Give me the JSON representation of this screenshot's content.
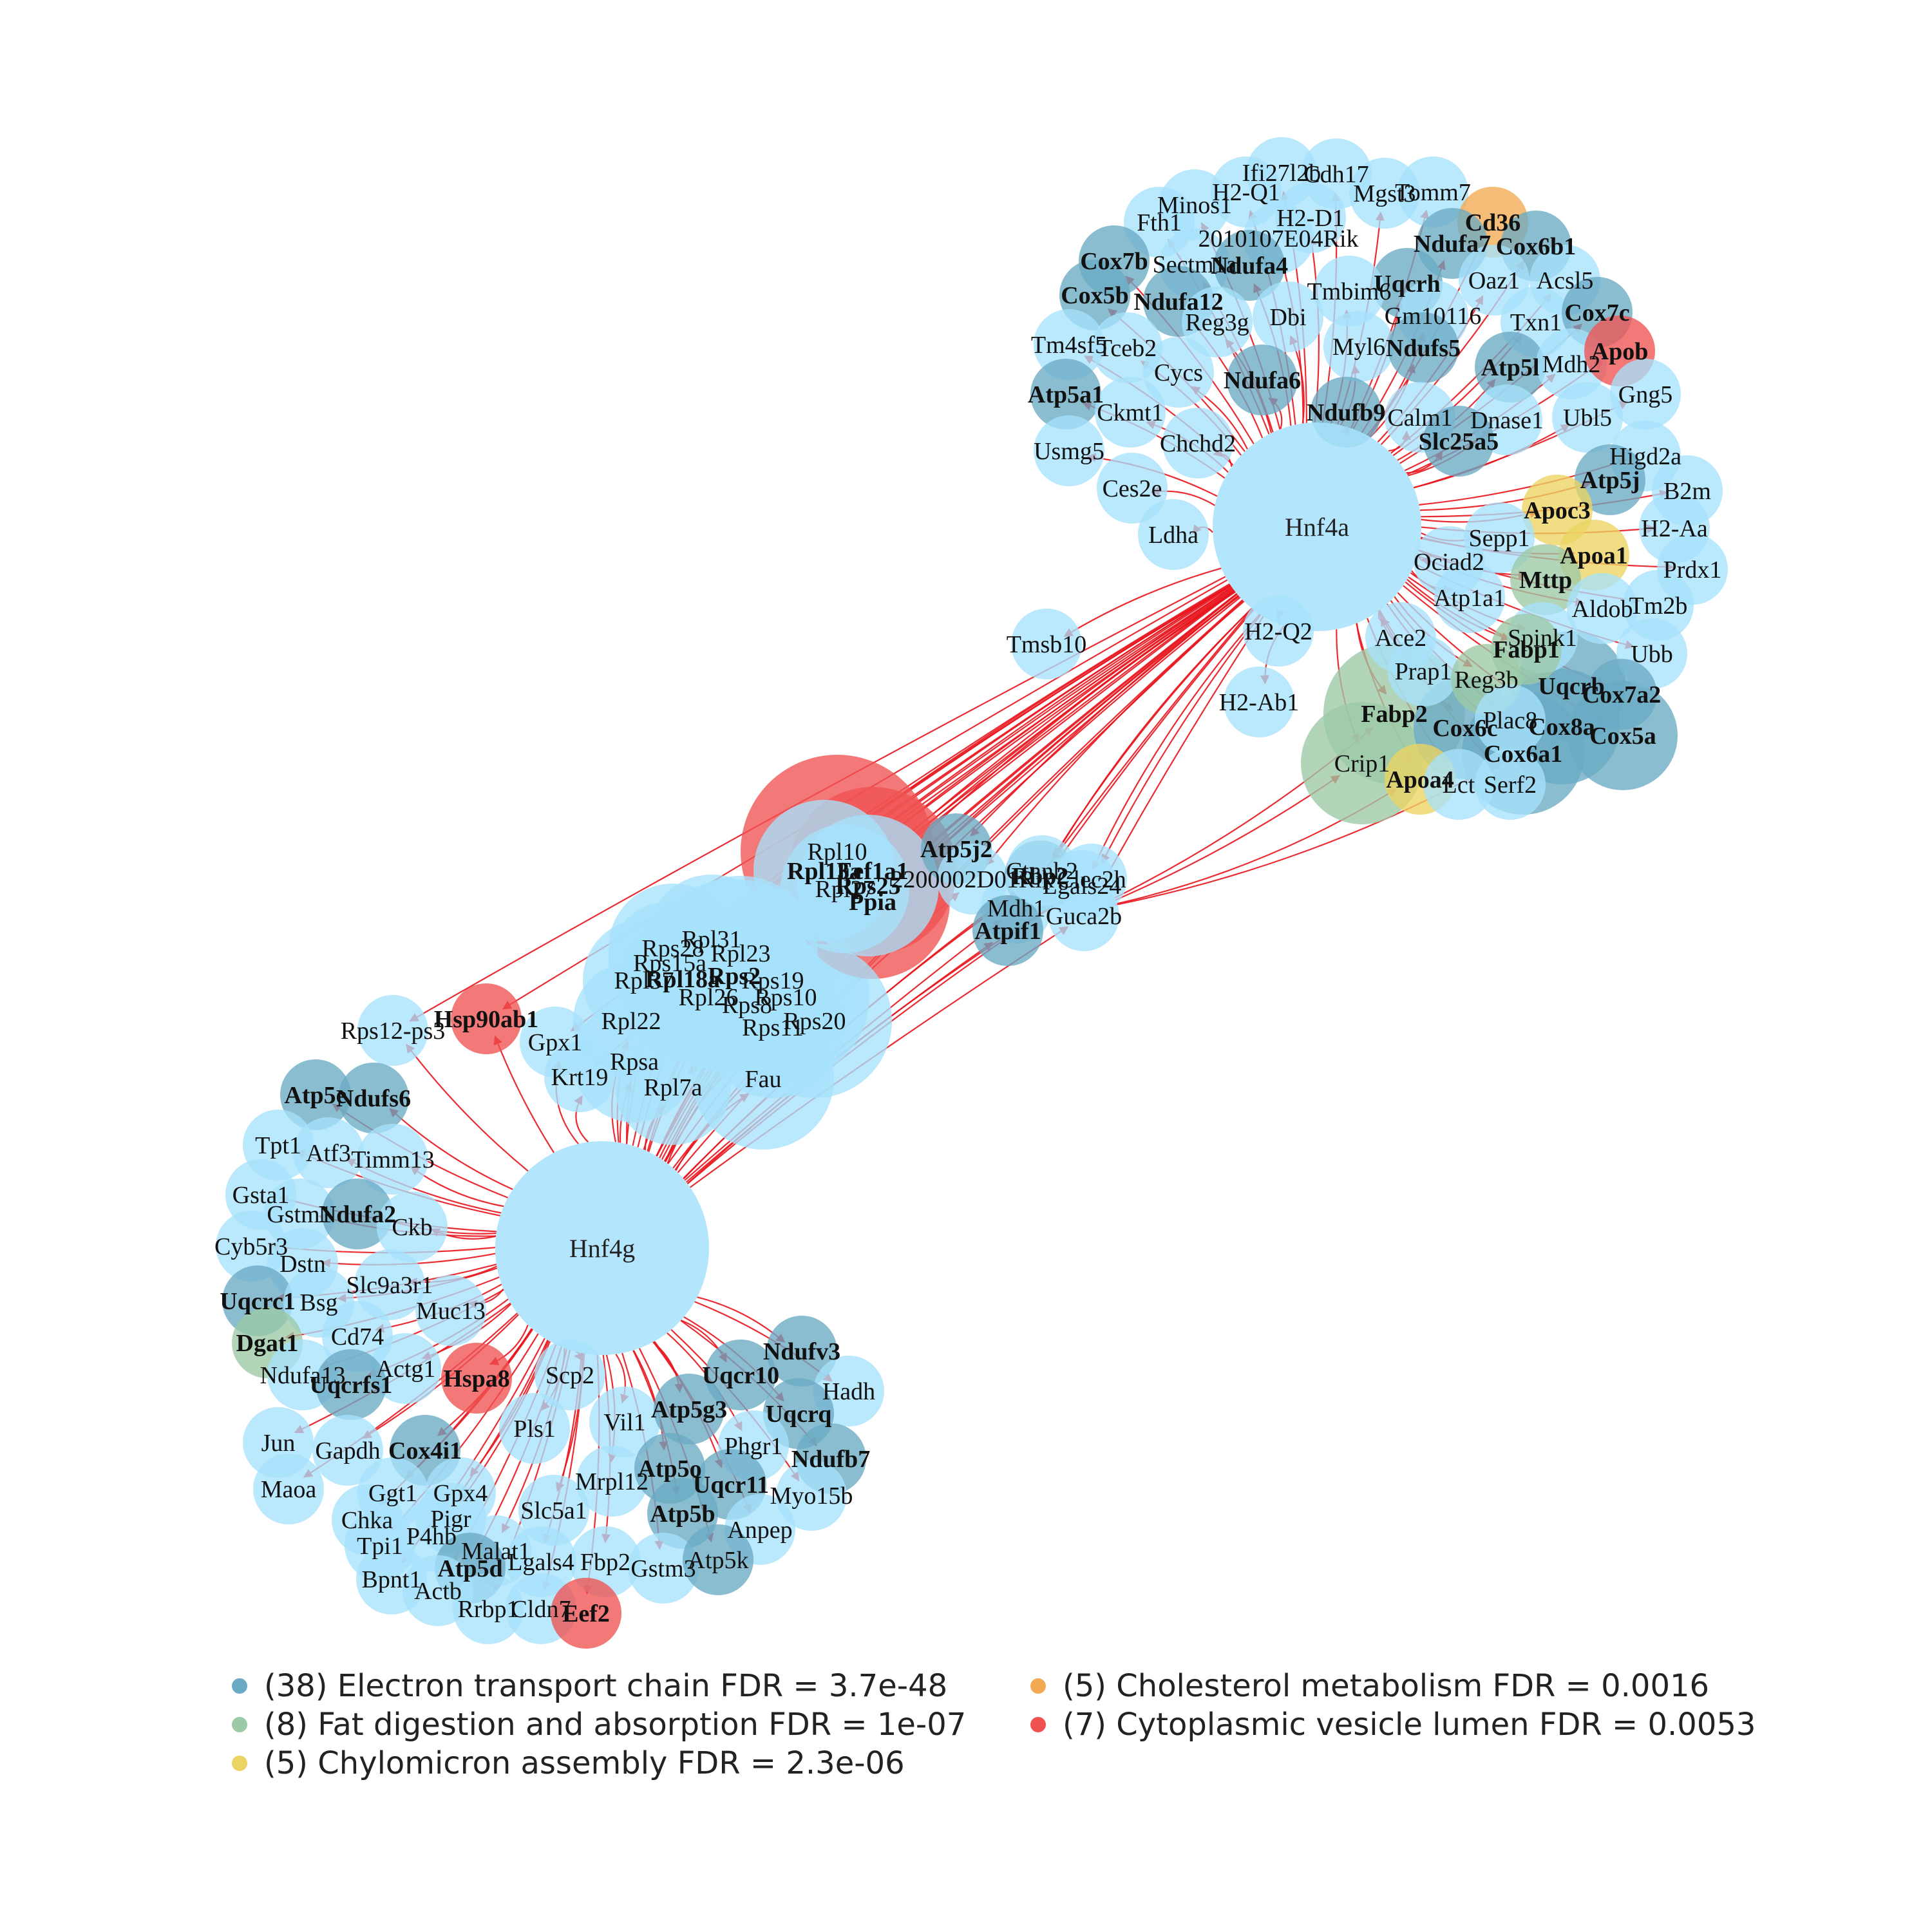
{
  "hubs": [
    {
      "id": "hnf4a",
      "label": "Hnf4a"
    },
    {
      "id": "hnf4g",
      "label": "Hnf4g"
    }
  ],
  "legend": [
    {
      "text": "(38) Electron transport chain FDR = 3.7e-48",
      "color": "#6aaac4"
    },
    {
      "text": "(8) Fat digestion and absorption FDR = 1e-07",
      "color": "#9cc9a6"
    },
    {
      "text": "(5) Chylomicron assembly FDR = 2.3e-06",
      "color": "#ecd462"
    },
    {
      "text": "(5) Cholesterol metabolism FDR = 0.0016",
      "color": "#f2aa52"
    },
    {
      "text": "(7) Cytoplasmic vesicle lumen FDR = 0.0053",
      "color": "#f05252"
    }
  ],
  "colors": {
    "default": "#a6e2fb",
    "etc": "#6aaac4",
    "fat": "#9cc9a6",
    "chylo": "#ecd462",
    "chol": "#f2aa52",
    "vesicle": "#f05252",
    "edge": "#e8141c"
  },
  "gene_groups": {
    "hnf4a_targets": [
      "Ifi27l2b",
      "Cdh17",
      "H2-Q1",
      "Mgst3",
      "Tomm7",
      "Minos1",
      "H2-D1",
      "Cd36",
      "Fth1",
      "2010107E04Rik",
      "Cox6b1",
      "Cox7b",
      "Ndufa7",
      "Sectm1a",
      "Ndufa4",
      "Cox5b",
      "Uqcrh",
      "Oaz1",
      "Acsl5",
      "Ndufa12",
      "Tmbim6",
      "Reg3g",
      "Dbi",
      "Gm10116",
      "Txn1",
      "Cox7c",
      "Tm4sf5",
      "Tceb2",
      "Myl6",
      "Ndufs5",
      "Atp5l",
      "Mdh2",
      "Apob",
      "Cycs",
      "Ndufa6",
      "Gng5",
      "Atp5a1",
      "Ckmt1",
      "Ndufb9",
      "Calm1",
      "Dnase1",
      "Ubl5",
      "Usmg5",
      "Chchd2",
      "Slc25a5",
      "Higd2a",
      "Atp5j",
      "B2m",
      "Ces2e",
      "Apoc3",
      "H2-Aa",
      "Ldha",
      "Sepp1",
      "Apoa1",
      "Prdx1",
      "Ociad2",
      "Mttp",
      "Atp1a1",
      "Aldob",
      "Tm2b",
      "Spink1",
      "Fabp1",
      "Ubb",
      "Ace2",
      "Prap1",
      "Reg3b",
      "Uqcrb",
      "Cox7a2",
      "Fabp2",
      "Plac8",
      "Cox8a",
      "Cox6c",
      "Cox5a",
      "Cox6a1",
      "Crip1",
      "Apoa4",
      "Lct",
      "Serf2",
      "H2-Q2",
      "H2-Ab1",
      "Tmsb10"
    ],
    "shared_ribosomal": [
      "Rpl10",
      "Rpl13a",
      "Eef1a1",
      "Rpl27",
      "Rps25",
      "Ppia",
      "Rpl31",
      "Rps28",
      "Rpl23",
      "Rps15a",
      "Rpl18a",
      "Rps19",
      "Rps2",
      "Rpl37",
      "Rps10",
      "Rpl26",
      "Rps8",
      "Rps20",
      "Rpl22",
      "Rps11",
      "Rpsa",
      "Rpl7a",
      "Fau",
      "Krt19",
      "Gpx1",
      "Hsp90ab1",
      "Rps12-ps3",
      "Atp5j2",
      "2200002D01Rik",
      "Rbp2",
      "Mdh1",
      "Atpif1",
      "Clec2h",
      "Ctnnb2",
      "Lgals24",
      "Guca2b"
    ],
    "hnf4g_targets": [
      "Atp5e",
      "Ndufs6",
      "Tpt1",
      "Atf3",
      "Timm13",
      "Gsta1",
      "Gstm1",
      "Ndufa2",
      "Ckb",
      "Cyb5r3",
      "Dstn",
      "Slc9a3r1",
      "Uqcrc1",
      "Bsg",
      "Muc13",
      "Cd74",
      "Dgat1",
      "Ndufa13",
      "Actg1",
      "Uqcrfs1",
      "Hspa8",
      "Scp2",
      "Ndufv3",
      "Hadh",
      "Uqcr10",
      "Jun",
      "Pls1",
      "Vil1",
      "Uqcrq",
      "Gapdh",
      "Cox4i1",
      "Atp5g3",
      "Phgr1",
      "Ndufb7",
      "Maoa",
      "Ggt1",
      "Gpx4",
      "Mrpl12",
      "Atp5o",
      "Uqcr11",
      "Myo15b",
      "Chka",
      "Pigr",
      "Slc5a1",
      "Atp5b",
      "Anpep",
      "Tpi1",
      "P4hb",
      "Malat1",
      "Lgals4",
      "Fbp2",
      "Gstm3",
      "Atp5k",
      "Bpnt1",
      "Atp5d",
      "Actb",
      "Rrbp1",
      "Cldn7",
      "Eef2"
    ]
  }
}
